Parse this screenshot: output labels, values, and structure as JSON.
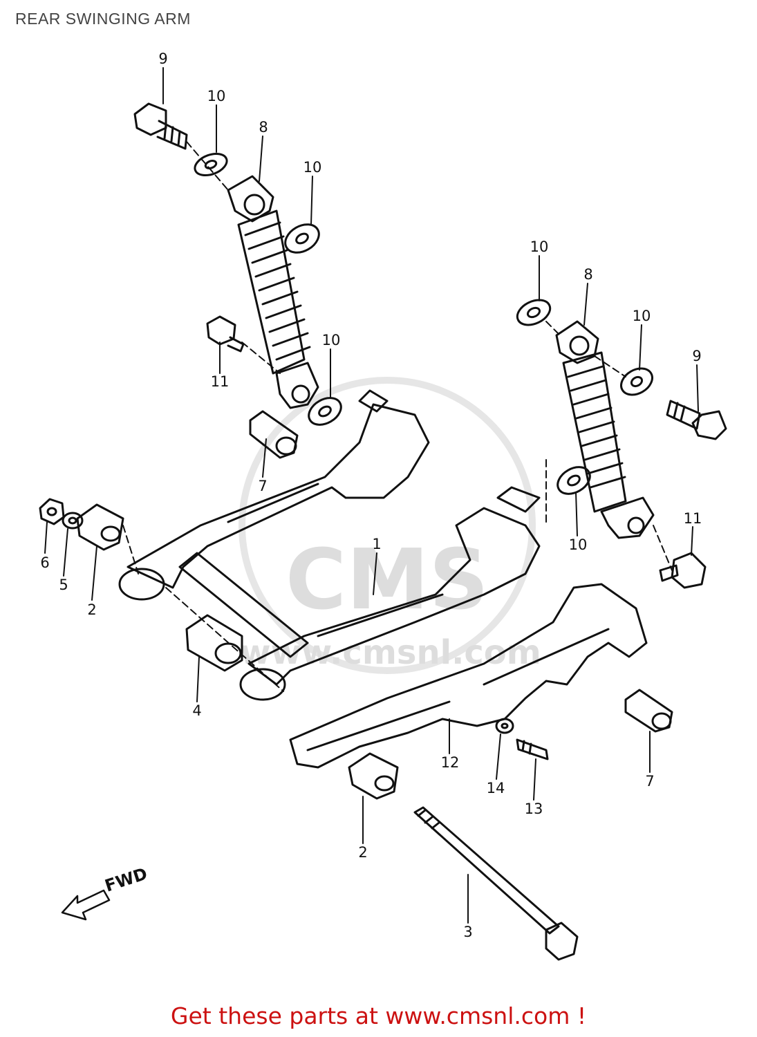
{
  "header": {
    "title": "REAR SWINGING ARM"
  },
  "direction_label": "FWD",
  "watermark": {
    "logo_text": "CMS",
    "site_text": "www.cmsnl.com"
  },
  "footer": {
    "text": "Get these parts at www.cmsnl.com !"
  },
  "callouts": [
    {
      "id": "c9a",
      "label": "9"
    },
    {
      "id": "c10a",
      "label": "10"
    },
    {
      "id": "c8a",
      "label": "8"
    },
    {
      "id": "c10b",
      "label": "10"
    },
    {
      "id": "c11a",
      "label": "11"
    },
    {
      "id": "c10c",
      "label": "10"
    },
    {
      "id": "c7a",
      "label": "7"
    },
    {
      "id": "c10d",
      "label": "10"
    },
    {
      "id": "c8b",
      "label": "8"
    },
    {
      "id": "c10e",
      "label": "10"
    },
    {
      "id": "c9b",
      "label": "9"
    },
    {
      "id": "c10f",
      "label": "10"
    },
    {
      "id": "c11b",
      "label": "11"
    },
    {
      "id": "c6",
      "label": "6"
    },
    {
      "id": "c5",
      "label": "5"
    },
    {
      "id": "c2a",
      "label": "2"
    },
    {
      "id": "c1",
      "label": "1"
    },
    {
      "id": "c4",
      "label": "4"
    },
    {
      "id": "c12",
      "label": "12"
    },
    {
      "id": "c14",
      "label": "14"
    },
    {
      "id": "c13",
      "label": "13"
    },
    {
      "id": "c7b",
      "label": "7"
    },
    {
      "id": "c2b",
      "label": "2"
    },
    {
      "id": "c3",
      "label": "3"
    }
  ]
}
